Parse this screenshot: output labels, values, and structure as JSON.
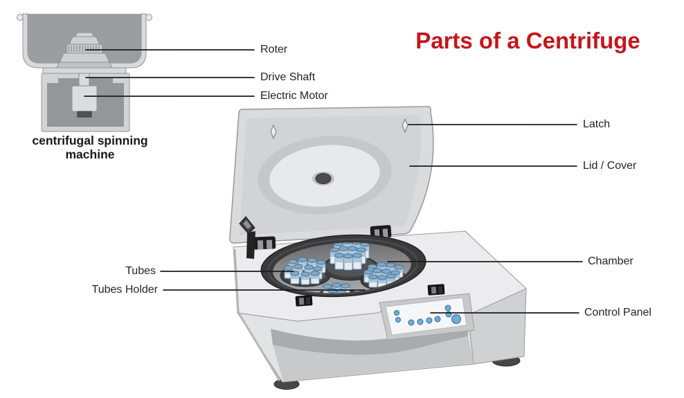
{
  "title": {
    "text": "Parts of a Centrifuge",
    "color": "#c4161c"
  },
  "inset": {
    "caption_line1": "centrifugal spinning",
    "caption_line2": "machine",
    "label_roter": "Roter",
    "label_drive_shaft": "Drive Shaft",
    "label_electric_motor": "Electric Motor"
  },
  "machine": {
    "label_latch": "Latch",
    "label_lid_cover": "Lid / Cover",
    "label_chamber": "Chamber",
    "label_control_panel": "Control Panel",
    "label_tubes": "Tubes",
    "label_tubes_holder": "Tubes Holder"
  },
  "colors": {
    "accent_red": "#c4161c",
    "label_text": "#222326",
    "leader_line": "#1b1b1d",
    "chamber_dark": "#3a3a3c",
    "tube_cap_blue": "#7fa9c7",
    "button_blue": "#6ab0d3",
    "body_gray": "#ececee",
    "lid_gray": "#dadbdd"
  }
}
